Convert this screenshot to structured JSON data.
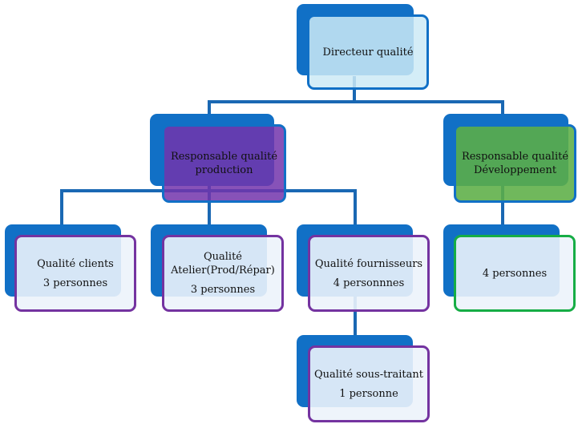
{
  "diagram": {
    "type": "org-chart",
    "colors": {
      "connector": "#1a68b3",
      "back_box": "#1170c6",
      "director_fill": "#cdeaf6",
      "production_fill": "#7234ac",
      "development_fill": "#5cae46",
      "team_border_purple": "#7433a0",
      "team_border_green": "#16ad45"
    },
    "director": {
      "line1": "Directeur qualité"
    },
    "production_manager": {
      "line1": "Responsable qualité",
      "line2": "production"
    },
    "development_manager": {
      "line1": "Responsable qualité",
      "line2": "Développement"
    },
    "teams": [
      {
        "name": "Qualité clients",
        "count": "3 personnes"
      },
      {
        "name_line1": "Qualité",
        "name_line2": "Atelier(Prod/Répar)",
        "count": "3 personnes"
      },
      {
        "name": "Qualité fournisseurs",
        "count": "4 personnnes"
      },
      {
        "count": "4 personnes"
      },
      {
        "name": "Qualité sous-traitant",
        "count": "1 personne"
      }
    ]
  }
}
